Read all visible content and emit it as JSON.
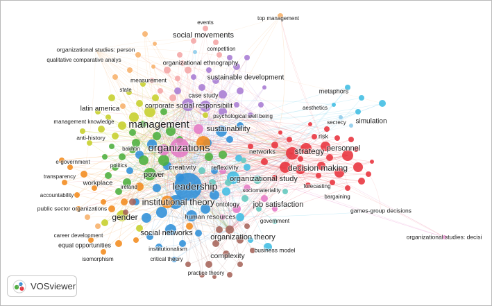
{
  "app": {
    "brand": "VOSviewer"
  },
  "clusters": {
    "red": "#e8323c",
    "green": "#4caf3e",
    "blue": "#2f8fd8",
    "lime": "#c6cf2a",
    "purple": "#a77bd3",
    "skyblue": "#40bde3",
    "orange": "#f28b1e",
    "brown": "#a6645a",
    "pink": "#e57ac6",
    "peach": "#f7b06a",
    "salmon": "#f4a5a5",
    "teal": "#62c7bd",
    "lightblue": "#8ccbea"
  },
  "labels": [
    {
      "text": "events",
      "c": "salmon",
      "s": 8
    },
    {
      "text": "top management",
      "c": "peach",
      "s": 8
    },
    {
      "text": "social movements",
      "c": "salmon",
      "s": 11
    },
    {
      "text": "competition",
      "c": "purple",
      "s": 8
    },
    {
      "text": "organizational studies: person",
      "c": "peach",
      "s": 8.5
    },
    {
      "text": "qualitative comparative analys",
      "c": "peach",
      "s": 8
    },
    {
      "text": "organizational ethnography",
      "c": "purple",
      "s": 9
    },
    {
      "text": "sustainable development",
      "c": "purple",
      "s": 10
    },
    {
      "text": "measurement",
      "c": "salmon",
      "s": 8.5
    },
    {
      "text": "state",
      "c": "lime",
      "s": 8
    },
    {
      "text": "case study",
      "c": "purple",
      "s": 9
    },
    {
      "text": "metaphors",
      "c": "skyblue",
      "s": 9
    },
    {
      "text": "aesthetics",
      "c": "red",
      "s": 8
    },
    {
      "text": "latin america",
      "c": "lime",
      "s": 10
    },
    {
      "text": "corporate social responsibilit",
      "c": "purple",
      "s": 10
    },
    {
      "text": "psychological well being",
      "c": "purple",
      "s": 8
    },
    {
      "text": "management knowledge",
      "c": "lime",
      "s": 8
    },
    {
      "text": "management",
      "c": "lime",
      "s": 15
    },
    {
      "text": "secrecy",
      "c": "lightblue",
      "s": 8
    },
    {
      "text": "simulation",
      "c": "skyblue",
      "s": 10
    },
    {
      "text": "sustainability",
      "c": "blue",
      "s": 11
    },
    {
      "text": "anti-history",
      "c": "lime",
      "s": 8.5
    },
    {
      "text": "risk",
      "c": "red",
      "s": 9
    },
    {
      "text": "bakhtin",
      "c": "green",
      "s": 8
    },
    {
      "text": "organizations",
      "c": "pink",
      "s": 15
    },
    {
      "text": "networks",
      "c": "red",
      "s": 9.5
    },
    {
      "text": "strategy",
      "c": "red",
      "s": 12
    },
    {
      "text": "personnel",
      "c": "red",
      "s": 11
    },
    {
      "text": "e-government",
      "c": "orange",
      "s": 8
    },
    {
      "text": "politics",
      "c": "green",
      "s": 8
    },
    {
      "text": "creativity",
      "c": "blue",
      "s": 10
    },
    {
      "text": "reflexivity",
      "c": "purple",
      "s": 9.5
    },
    {
      "text": "decision making",
      "c": "red",
      "s": 12
    },
    {
      "text": "transparency",
      "c": "orange",
      "s": 8
    },
    {
      "text": "power",
      "c": "green",
      "s": 11
    },
    {
      "text": "organizational study",
      "c": "teal",
      "s": 11
    },
    {
      "text": "workplace",
      "c": "orange",
      "s": 9.5
    },
    {
      "text": "ireland",
      "c": "green",
      "s": 8
    },
    {
      "text": "leadership",
      "c": "blue",
      "s": 14
    },
    {
      "text": "sociomateriality",
      "c": "teal",
      "s": 8
    },
    {
      "text": "forecasting",
      "c": "red",
      "s": 8
    },
    {
      "text": "accountability",
      "c": "orange",
      "s": 8
    },
    {
      "text": "bargaining",
      "c": "red",
      "s": 8
    },
    {
      "text": "institutional theory",
      "c": "orange",
      "s": 13
    },
    {
      "text": "ontology",
      "c": "teal",
      "s": 9
    },
    {
      "text": "job satisfaction",
      "c": "pink",
      "s": 11
    },
    {
      "text": "games-group decisions",
      "c": "red",
      "s": 8.5
    },
    {
      "text": "public sector organizations",
      "c": "orange",
      "s": 8.5
    },
    {
      "text": "gender",
      "c": "lime",
      "s": 12
    },
    {
      "text": "human resources",
      "c": "blue",
      "s": 9.5
    },
    {
      "text": "government",
      "c": "teal",
      "s": 8
    },
    {
      "text": "social networks",
      "c": "blue",
      "s": 11
    },
    {
      "text": "organization theory",
      "c": "brown",
      "s": 11
    },
    {
      "text": "organizational studies: decisi",
      "c": "pink",
      "s": 8.5
    },
    {
      "text": "career development",
      "c": "peach",
      "s": 8
    },
    {
      "text": "equal opportunities",
      "c": "orange",
      "s": 9
    },
    {
      "text": "institutionalism",
      "c": "blue",
      "s": 8.5
    },
    {
      "text": "business model",
      "c": "skyblue",
      "s": 8.5
    },
    {
      "text": "complexity",
      "c": "brown",
      "s": 10.5
    },
    {
      "text": "isomorphism",
      "c": "orange",
      "s": 8
    },
    {
      "text": "critical theory",
      "c": "blue",
      "s": 8
    },
    {
      "text": "practice theory",
      "c": "brown",
      "s": 8
    }
  ]
}
